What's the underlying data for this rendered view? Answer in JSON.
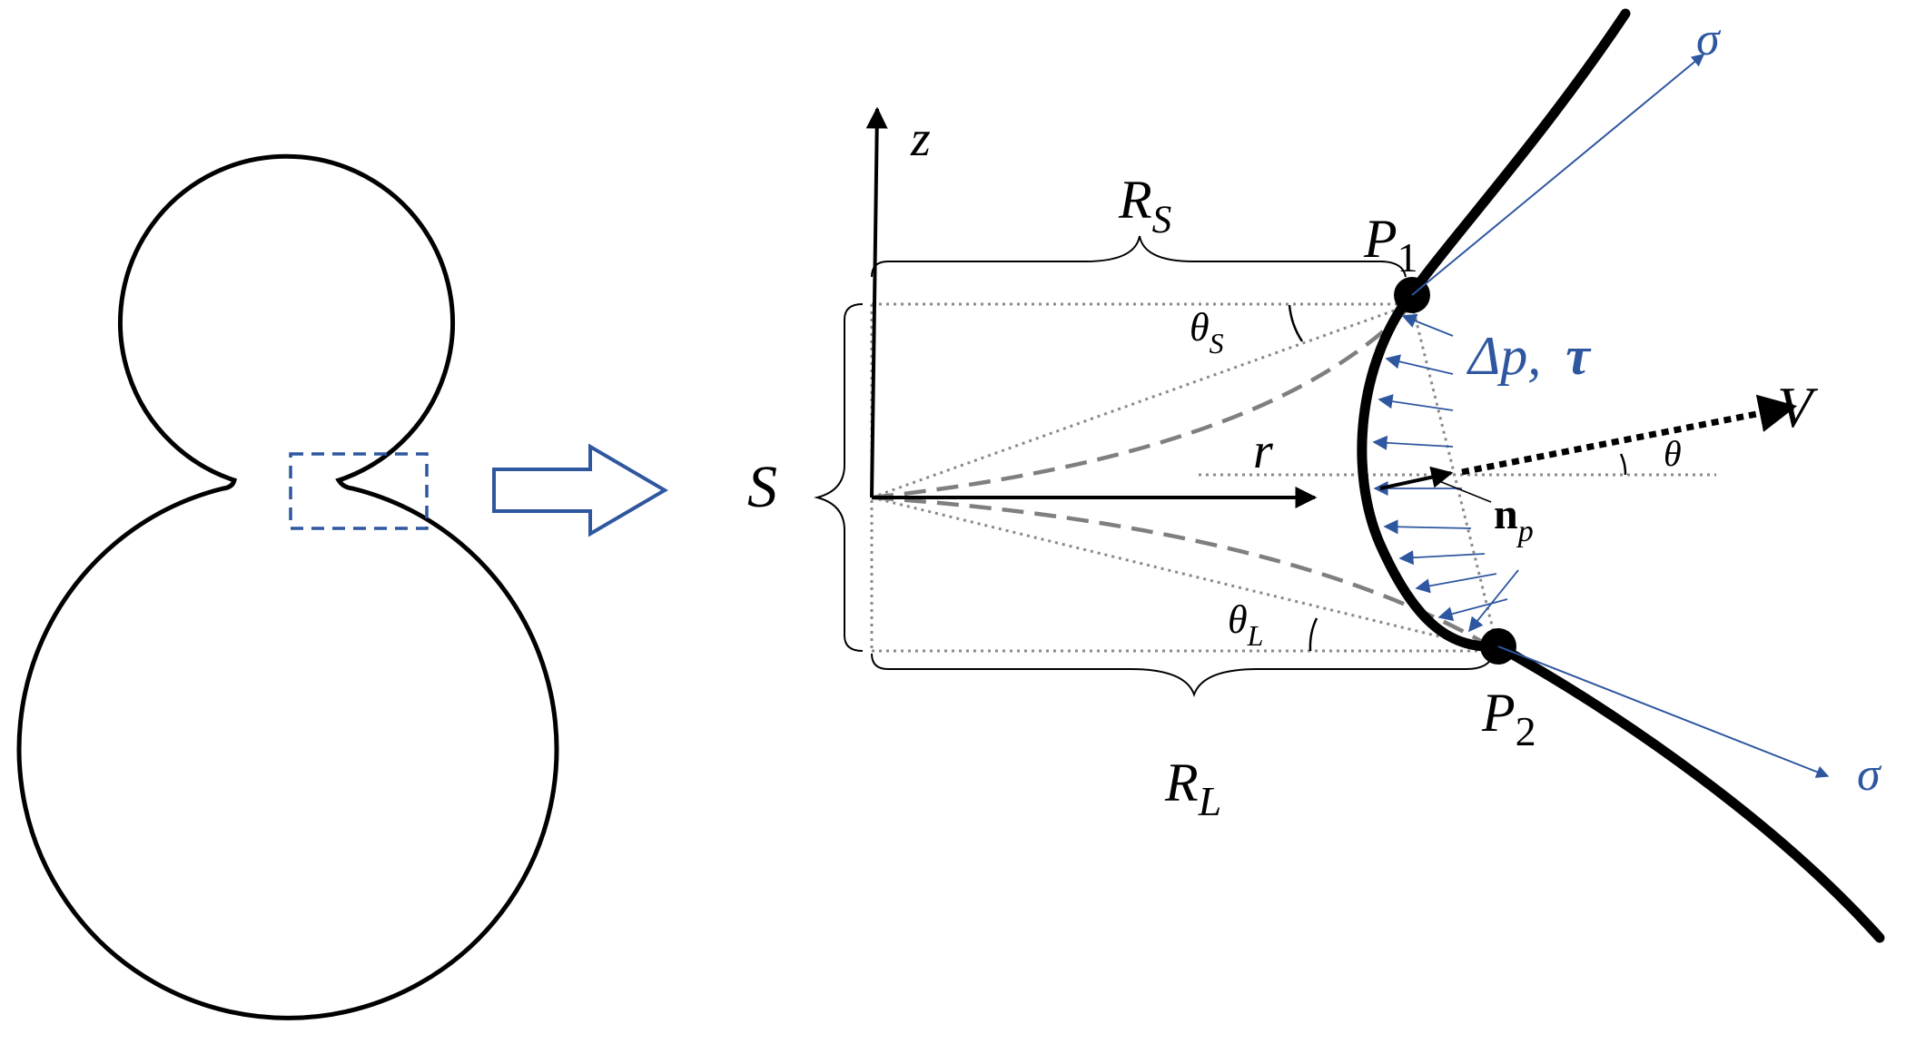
{
  "colors": {
    "ink": "#000000",
    "accent_blue": "#2e57a0",
    "dotted_gray": "#8a8a8a",
    "dashed_gray": "#7f7f7f"
  },
  "labels": {
    "z_axis": "z",
    "r_axis": "r",
    "R_S": {
      "main": "R",
      "sub": "S"
    },
    "R_L": {
      "main": "R",
      "sub": "L"
    },
    "S": "S",
    "P1": {
      "main": "P",
      "sub": "1"
    },
    "P2": {
      "main": "P",
      "sub": "2"
    },
    "theta_S": {
      "main": "θ",
      "sub": "S"
    },
    "theta_L": {
      "main": "θ",
      "sub": "L"
    },
    "theta": "θ",
    "V": "V",
    "n_p": {
      "main": "n",
      "sub": "p"
    },
    "sigma_top": "σ",
    "sigma_bottom": "σ",
    "pressure_stress": {
      "delta_p": "Δp,",
      "tau": "τ"
    }
  },
  "icons": {
    "zoom_arrow": "hollow-right-arrow"
  }
}
